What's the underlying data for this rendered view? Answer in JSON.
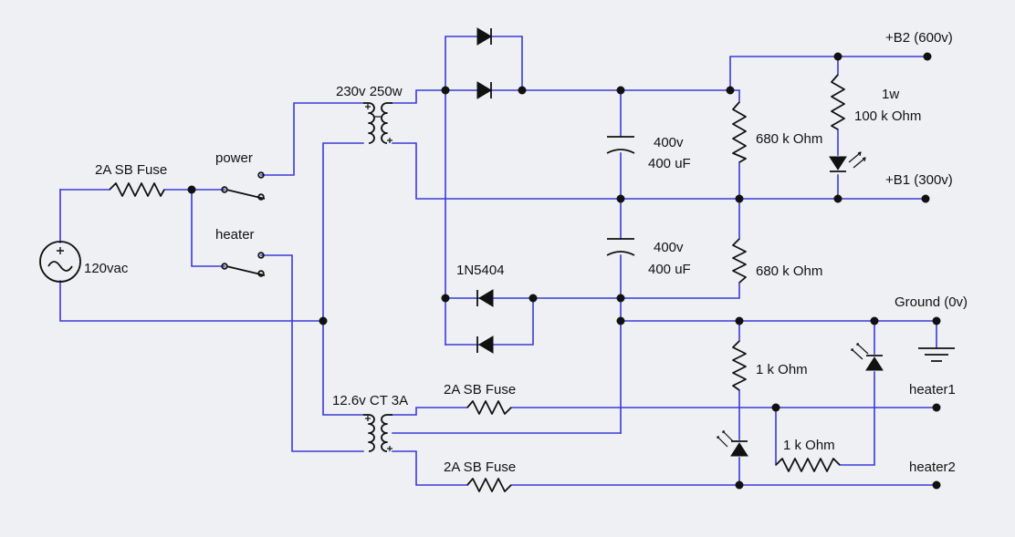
{
  "labels": {
    "fuse_main": "2A SB Fuse",
    "switch_power": "power",
    "switch_heater": "heater",
    "ac_source": "120vac",
    "transformer_hv": "230v 250w",
    "transformer_lv": "12.6v CT 3A",
    "fuse_heater_1": "2A SB Fuse",
    "fuse_heater_2": "2A SB Fuse",
    "diode_part": "1N5404",
    "cap_upper_v": "400v",
    "cap_upper_c": "400 uF",
    "cap_lower_v": "400v",
    "cap_lower_c": "400 uF",
    "res_upper": "680 k Ohm",
    "res_lower": "680 k Ohm",
    "res_bleed_w": "1w",
    "res_bleed_r": "100 k Ohm",
    "res_led_1": "1 k Ohm",
    "res_led_2": "1 k Ohm",
    "out_b2": "+B2 (600v)",
    "out_b1": "+B1 (300v)",
    "out_ground": "Ground (0v)",
    "out_heater1": "heater1",
    "out_heater2": "heater2"
  },
  "colors": {
    "wire": "#3a3ad8",
    "component": "#111111",
    "background": "#eef0f3"
  }
}
